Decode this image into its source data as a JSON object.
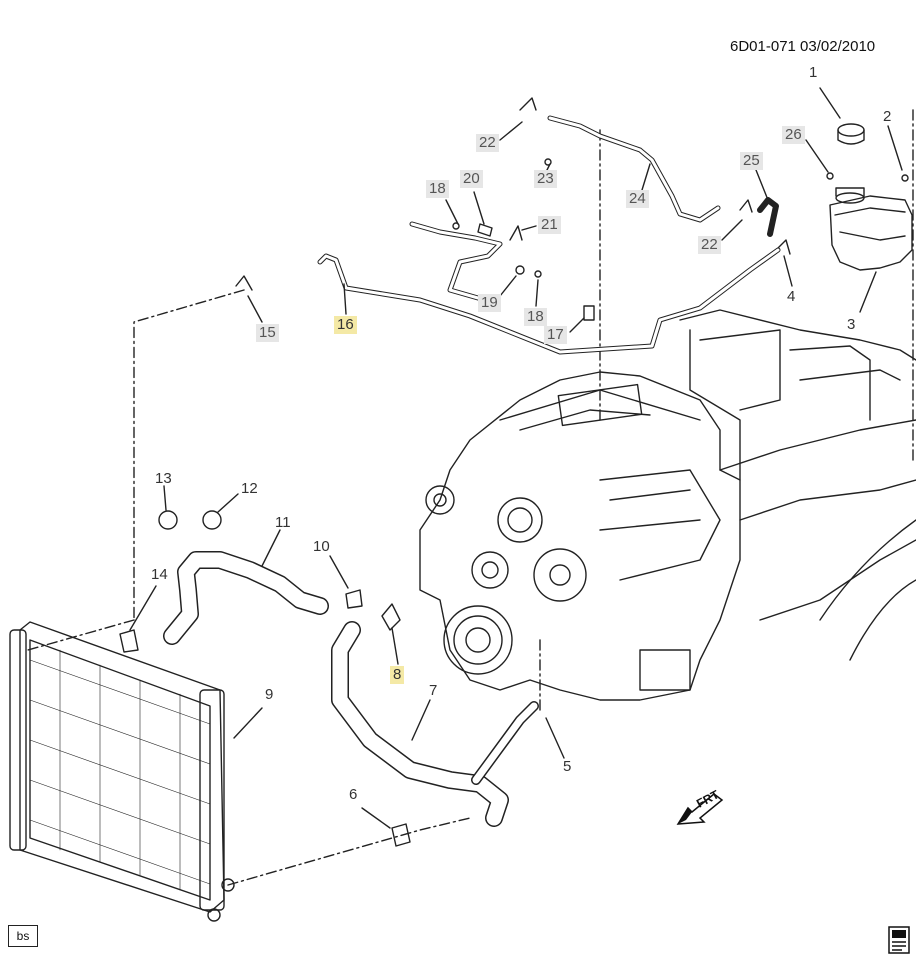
{
  "header": {
    "code": "6D01-071  03/02/2010"
  },
  "callouts": [
    {
      "id": "1",
      "label": "1"
    },
    {
      "id": "2",
      "label": "2"
    },
    {
      "id": "3",
      "label": "3"
    },
    {
      "id": "4",
      "label": "4"
    },
    {
      "id": "5",
      "label": "5"
    },
    {
      "id": "6",
      "label": "6"
    },
    {
      "id": "7",
      "label": "7"
    },
    {
      "id": "8",
      "label": "8",
      "highlight": true
    },
    {
      "id": "9",
      "label": "9"
    },
    {
      "id": "10",
      "label": "10"
    },
    {
      "id": "11",
      "label": "11"
    },
    {
      "id": "12",
      "label": "12"
    },
    {
      "id": "13",
      "label": "13"
    },
    {
      "id": "14",
      "label": "14"
    },
    {
      "id": "15",
      "label": "15"
    },
    {
      "id": "16",
      "label": "16",
      "highlight": true
    },
    {
      "id": "17",
      "label": "17"
    },
    {
      "id": "18a",
      "label": "18"
    },
    {
      "id": "18b",
      "label": "18"
    },
    {
      "id": "19",
      "label": "19"
    },
    {
      "id": "20",
      "label": "20"
    },
    {
      "id": "21",
      "label": "21"
    },
    {
      "id": "22a",
      "label": "22"
    },
    {
      "id": "22b",
      "label": "22"
    },
    {
      "id": "23",
      "label": "23"
    },
    {
      "id": "24",
      "label": "24"
    },
    {
      "id": "25",
      "label": "25"
    },
    {
      "id": "26",
      "label": "26"
    }
  ],
  "badges": {
    "bs": "bs",
    "front_arrow": "FRT"
  },
  "icons": {
    "front_arrow": "front-direction-arrow-icon",
    "book": "service-manual-book-icon"
  },
  "colors": {
    "line": "#222222",
    "highlight": "#f4e9a6",
    "callout_bg": "#e6e6e6"
  }
}
